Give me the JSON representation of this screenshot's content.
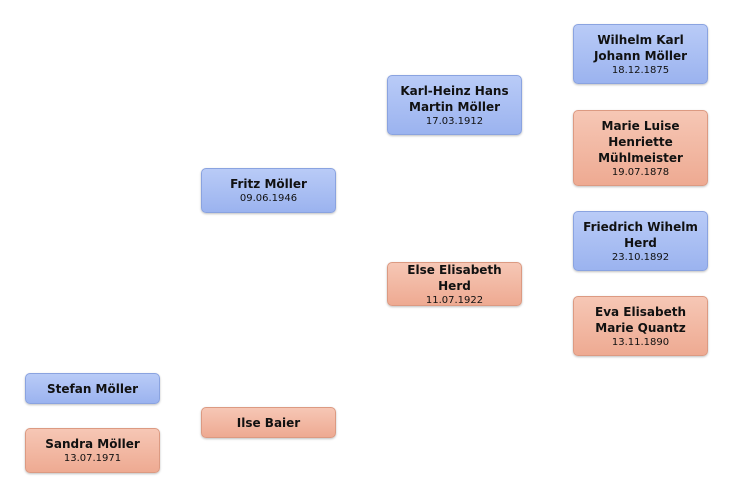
{
  "persons": {
    "stefan": {
      "name": "Stefan Möller",
      "date": ""
    },
    "sandra": {
      "name": "Sandra Möller",
      "date": "13.07.1971"
    },
    "fritz": {
      "name": "Fritz Möller",
      "date": "09.06.1946"
    },
    "ilse": {
      "name": "Ilse Baier",
      "date": ""
    },
    "karl": {
      "name": "Karl-Heinz Hans Martin Möller",
      "date": "17.03.1912"
    },
    "else": {
      "name": "Else Elisabeth Herd",
      "date": "11.07.1922"
    },
    "wilhelm": {
      "name": "Wilhelm Karl Johann Möller",
      "date": "18.12.1875"
    },
    "marie": {
      "name": "Marie Luise Henriette Mühlmeister",
      "date": "19.07.1878"
    },
    "friedrich": {
      "name": "Friedrich Wihelm Herd",
      "date": "23.10.1892"
    },
    "eva": {
      "name": "Eva Elisabeth Marie Quantz",
      "date": "13.11.1890"
    }
  },
  "colors": {
    "male": "#a7bdf2",
    "female": "#f1b7a1"
  }
}
